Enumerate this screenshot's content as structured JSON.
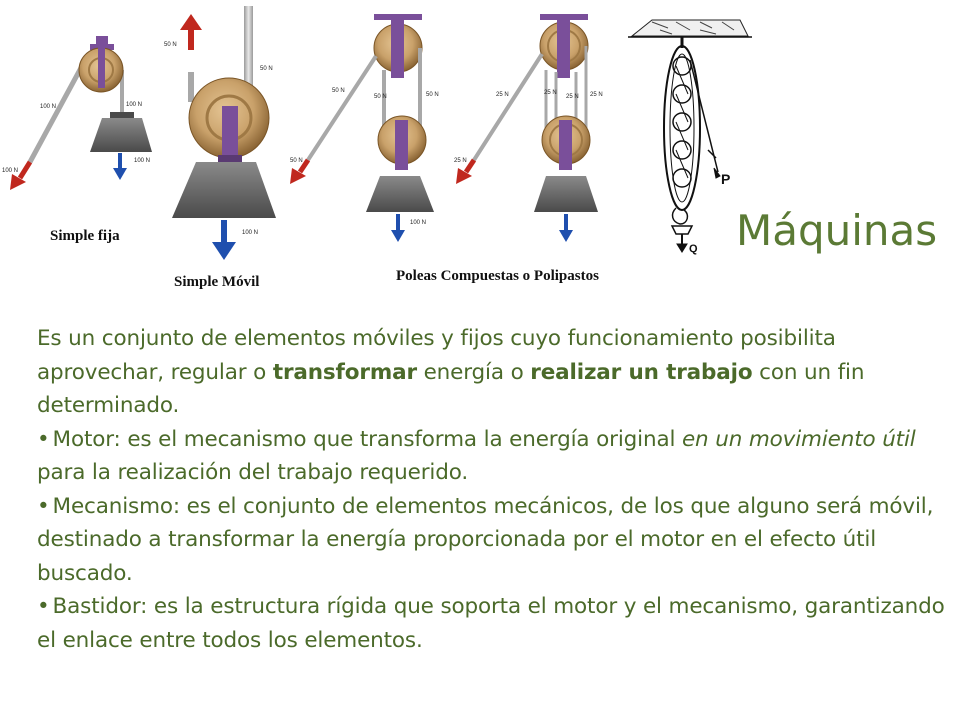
{
  "figure": {
    "captions": {
      "simple_fixed": "Simple fija",
      "simple_mobile": "Simple Móvil",
      "compound": "Poleas Compuestas o Polipastos"
    },
    "forces": {
      "fixed_left": "100 N",
      "fixed_rope": "100 N",
      "fixed_load": "100 N",
      "mobile_pull": "50 N",
      "mobile_rope": "50 N",
      "mobile_load": "100 N",
      "c1_rope_a": "50 N",
      "c1_rope_b": "50 N",
      "c1_rope_c": "50 N",
      "c1_pull": "50 N",
      "c1_load": "100 N",
      "c2_rope_a": "25 N",
      "c2_rope_b": "25 N",
      "c2_rope_c": "25 N",
      "c2_rope_d": "25 N",
      "c2_pull": "25 N"
    },
    "tackle_labels": {
      "p": "P",
      "q": "Q"
    }
  },
  "title": "Máquinas",
  "body": {
    "intro_1": "Es un conjunto de elementos móviles y fijos cuyo funcionamiento posibilita aprovechar, regular o ",
    "intro_bold_1": "transformar",
    "intro_2": " energía o ",
    "intro_bold_2": "realizar un trabajo",
    "intro_3": " con un fin determinado.",
    "bullet": "•",
    "motor_1": "Motor: es el mecanismo que transforma la energía original ",
    "motor_italic": "en un movimiento útil",
    "motor_2": " para la realización del trabajo requerido.",
    "mecanismo": "Mecanismo: es el conjunto de elementos mecánicos, de los que alguno será móvil, destinado a transformar la energía proporcionada por el motor en el efecto útil buscado.",
    "bastidor": "Bastidor: es la estructura rígida que soporta el motor y el mecanismo, garantizando el enlace entre todos los elementos."
  },
  "colors": {
    "text": "#4b6a2a",
    "title": "#5b7a35",
    "pull_arrow": "#c0281e",
    "load_arrow": "#1f4fae",
    "bracket": "#7a4f9a",
    "wood": "#c9a16a",
    "stone": "#5f5f5f"
  }
}
